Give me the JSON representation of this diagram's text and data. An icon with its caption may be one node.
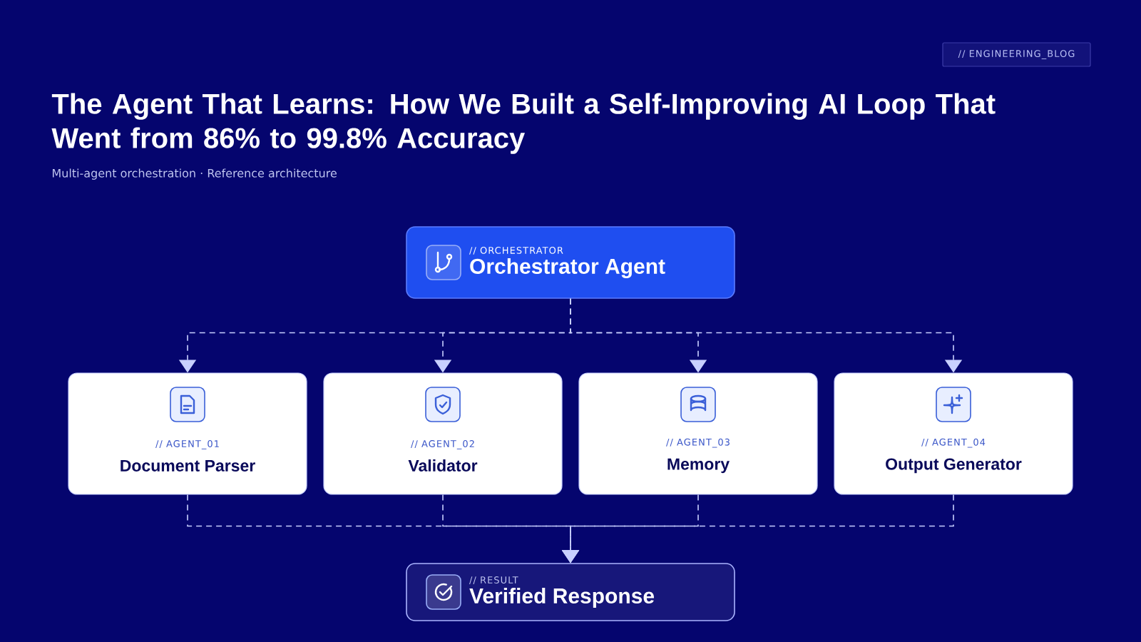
{
  "diagram": {
    "title": "The Agent That Learns: How We Built a Self-Improving AI Loop That Went from 86% to 99.8% Accuracy",
    "nodes": [
      {
        "text": [
          "// ENGINEERING_BLOG"
        ]
      },
      {
        "text": [
          "// ORCHESTRATOR",
          "Orchestrator Agent"
        ]
      },
      {
        "text": [
          "// AGENT_01",
          "Document Parser"
        ]
      },
      {
        "text": [
          "// AGENT_02",
          "Validator"
        ]
      },
      {
        "text": [
          "// AGENT_03",
          "Memory"
        ]
      },
      {
        "text": [
          "// AGENT_04",
          "Output Generator"
        ]
      },
      {
        "text": [
          "// RESULT",
          "Verified Response"
        ]
      }
    ],
    "edges": [
      {
        "from": 1,
        "to": 2,
        "arrow": "to",
        "style": "dashed"
      },
      {
        "from": 1,
        "to": 3,
        "arrow": "to",
        "style": "dashed"
      },
      {
        "from": 1,
        "to": 4,
        "arrow": "to",
        "style": "dashed"
      },
      {
        "from": 1,
        "to": 5,
        "arrow": "to",
        "style": "dashed"
      },
      {
        "from": 2,
        "to": 6,
        "arrow": "to",
        "style": "dashed"
      },
      {
        "from": 3,
        "to": 6,
        "arrow": "to",
        "style": "dashed"
      },
      {
        "from": 4,
        "to": 6,
        "arrow": "to",
        "style": "dashed"
      },
      {
        "from": 5,
        "to": 6,
        "arrow": "to",
        "style": "dashed"
      }
    ],
    "labels": [
      "Multi-agent orchestration · Reference architecture"
    ]
  }
}
